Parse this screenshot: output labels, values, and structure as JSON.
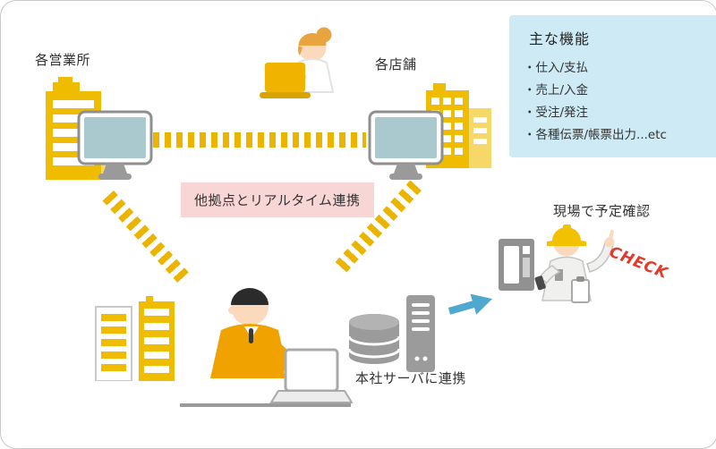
{
  "diagram": {
    "sales_office_label": "各営業所",
    "stores_label": "各店舗",
    "realtime_link_label": "他拠点とリアルタイム連携",
    "hq_server_label": "本社サーバに連携",
    "onsite_label": "現場で予定確認",
    "check_stamp": "CHECK"
  },
  "features_panel": {
    "title": "主な機能",
    "items": [
      "・仕入/支払",
      "・売上/入金",
      "・受注/発注",
      "・各種伝票/帳票出力...etc"
    ]
  },
  "colors": {
    "building_yellow": "#f0bc00",
    "building_yellow_light": "#f6d868",
    "link_yellow": "#eab400",
    "pink_box_bg": "#f8d6d6",
    "features_panel_bg": "#cdeaf5",
    "arrow_blue": "#4fa8cd",
    "check_red": "#e23a2a",
    "device_gray": "#9b9b9b",
    "screen_teal": "#aac9ce",
    "suit_orange": "#f0a200",
    "helmet_yellow": "#f2c200"
  }
}
